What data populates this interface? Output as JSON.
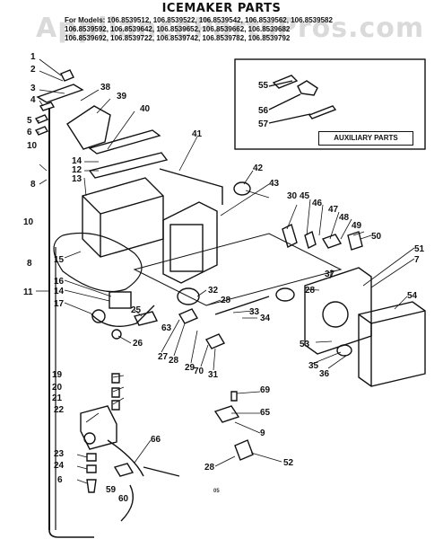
{
  "title": "ICEMAKER PARTS",
  "models": {
    "line1": "For Models: 106.8539512, 106.8539522, 106.8539542, 106.8539562, 106.8539582",
    "line2": "106.8539592, 106.8539642, 106.8539652, 106.8539662, 106.8539682",
    "line3": "106.8539692, 106.8539722, 106.8539742, 106.8539782, 106.8539792"
  },
  "watermark": "AppliancePartsPros.com",
  "auxiliary_label": "AUXILIARY PARTS",
  "footer_code": "05",
  "part_numbers": [
    "1",
    "2",
    "3",
    "4",
    "5",
    "6",
    "10",
    "8",
    "10",
    "8",
    "11",
    "12",
    "13",
    "14",
    "15",
    "16",
    "14",
    "17",
    "19",
    "20",
    "21",
    "22",
    "23",
    "24",
    "6",
    "25",
    "26",
    "27",
    "28",
    "29",
    "70",
    "31",
    "32",
    "63",
    "28",
    "33",
    "34",
    "35",
    "36",
    "37",
    "28",
    "38",
    "39",
    "40",
    "41",
    "42",
    "43",
    "30",
    "45",
    "46",
    "47",
    "48",
    "49",
    "50",
    "51",
    "7",
    "53",
    "54",
    "55",
    "56",
    "57",
    "59",
    "60",
    "65",
    "66",
    "69",
    "9",
    "28",
    "52"
  ]
}
